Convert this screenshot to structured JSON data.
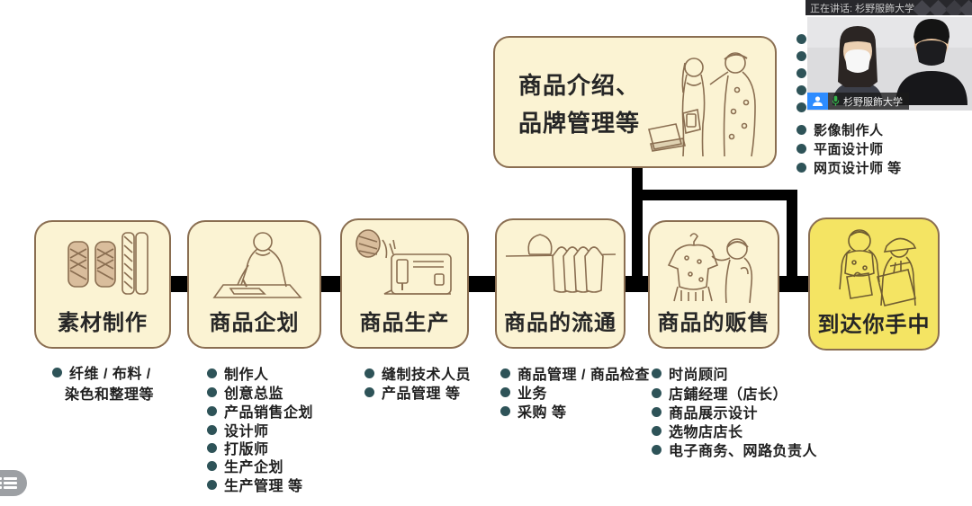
{
  "meeting": {
    "status_bar_text": "正在讲话: 杉野服飾大学",
    "video": {
      "participant_name": "杉野服飾大学"
    }
  },
  "diagram": {
    "top_box": {
      "title_line1": "商品介绍、",
      "title_line2": "品牌管理等"
    },
    "stages": [
      {
        "title": "素材制作",
        "roles": [
          "纤维 / 布料 /",
          "染色和整理等"
        ]
      },
      {
        "title": "商品企划",
        "roles": [
          "制作人",
          "创意总监",
          "产品销售企划",
          "设计师",
          "打版师",
          "生产企划",
          "生产管理 等"
        ]
      },
      {
        "title": "商品生产",
        "roles": [
          "缝制技术人员",
          "产品管理 等"
        ]
      },
      {
        "title": "商品的流通",
        "roles": [
          "商品管理 / 商品检查",
          "业务",
          "采购 等"
        ]
      },
      {
        "title": "商品的贩售",
        "roles": [
          "时尚顾问",
          "店鋪经理（店长）",
          "商品展示设计",
          "选物店店长",
          "电子商务、网路负责人"
        ]
      },
      {
        "title": "到达你手中",
        "roles": []
      }
    ],
    "right_list": {
      "visible_items": [
        "影像制作人",
        "平面设计师",
        "网页设计师 等"
      ]
    }
  },
  "colors": {
    "box_fill": "#fbf3d3",
    "box_border": "#8a6e51",
    "highlight_fill": "#f4e463",
    "bullet": "#2e5358",
    "connector": "#000000",
    "zoom_blue": "#2d8cff",
    "mic_green": "#35b24a"
  }
}
